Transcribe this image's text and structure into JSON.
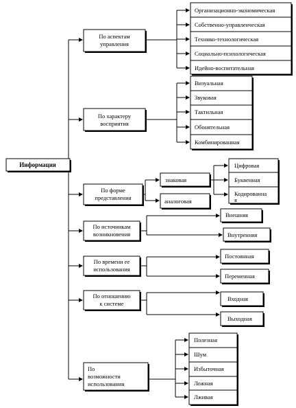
{
  "root": "Информация",
  "categories": [
    {
      "line1": "По аспектам",
      "line2": "управления"
    },
    {
      "line1": "По характеру",
      "line2": "восприятия"
    },
    {
      "line1": "По форме",
      "line2": "представления"
    },
    {
      "line1": "По источникам",
      "line2": "возникновения"
    },
    {
      "line1": "По времени ее",
      "line2": "использования"
    },
    {
      "line1": "По отношению",
      "line2": "к системе"
    },
    {
      "line1": "По",
      "line2": "возможности",
      "line3": "использования"
    }
  ],
  "aspects": [
    "Организационно-экономическая",
    "Собственно-управленческая",
    "Технико-технологическая",
    "Социально-психологическая",
    "Идейно-воспитательная"
  ],
  "perception": [
    "Визуальная",
    "Звуковая",
    "Тактильная",
    "Обонятельная",
    "Комбинированная"
  ],
  "form": {
    "sign": "знаковая",
    "analog": "аналоговая",
    "sign_types": [
      {
        "line1": "Цифровая"
      },
      {
        "line1": "Буквенная"
      },
      {
        "line1": "Кодированна",
        "line2": "я"
      }
    ]
  },
  "sources": [
    "Внешняя",
    "Внутренняя"
  ],
  "time": [
    "Постоянная",
    "Переменная"
  ],
  "system": [
    "Входная",
    "Выходная"
  ],
  "usability": [
    "Полезная",
    "Шум",
    "Избыточная",
    "Ложная",
    "Лживая"
  ]
}
